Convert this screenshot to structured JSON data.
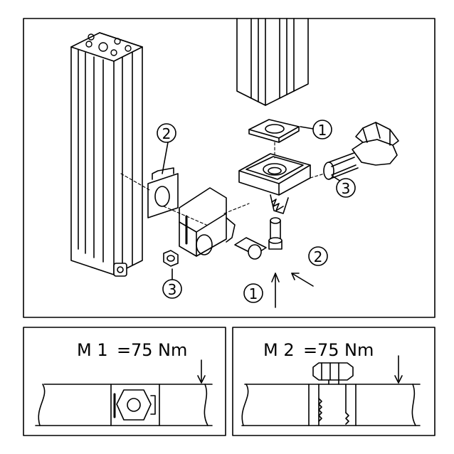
{
  "main": {
    "callouts": {
      "upper_washer": "1",
      "plate_left": "2",
      "knob_right": "3",
      "nut_left": "3",
      "dir_vertical": "1",
      "dir_diagonal": "2"
    }
  },
  "panels": {
    "m1": {
      "name": "M 1",
      "eq": "=",
      "value": "75",
      "unit": "Nm"
    },
    "m2": {
      "name": "M 2",
      "eq": "=",
      "value": "75",
      "unit": "Nm"
    }
  }
}
